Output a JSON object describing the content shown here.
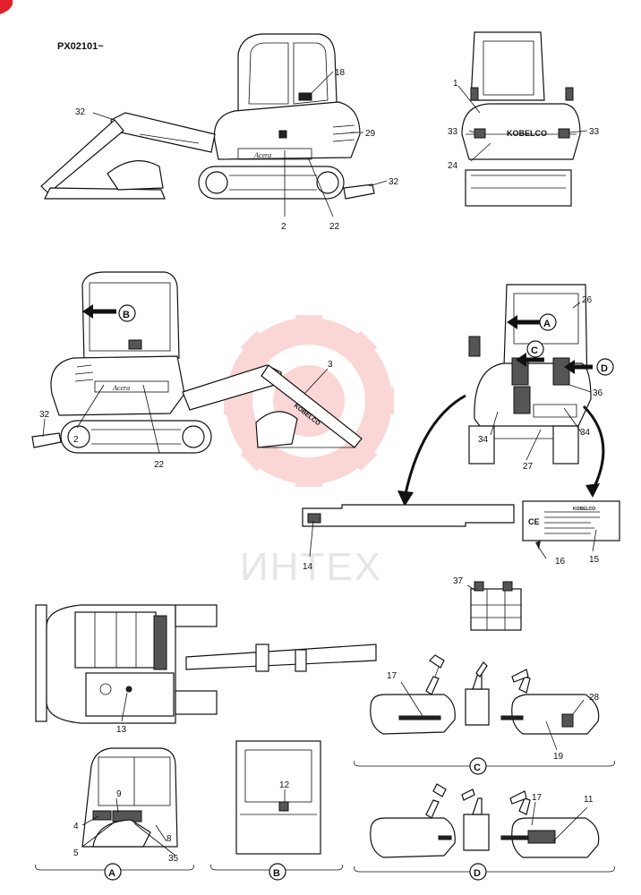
{
  "header": {
    "serial": "PX02101~"
  },
  "watermark": {
    "text": "ИНТЕХ",
    "color": "#f28c8c"
  },
  "views": {
    "A": "A",
    "B": "B",
    "C": "C",
    "D": "D"
  },
  "plate": {
    "brand": "KOBELCO",
    "ce_mark": "CE"
  },
  "callouts": {
    "c1": "1",
    "c2a": "2",
    "c2b": "2",
    "c3": "3",
    "c4": "4",
    "c5": "5",
    "c8": "8",
    "c9": "9",
    "c11": "11",
    "c12": "12",
    "c13": "13",
    "c14": "14",
    "c15": "15",
    "c16": "16",
    "c17a": "17",
    "c17b": "17",
    "c18": "18",
    "c19": "19",
    "c22a": "22",
    "c22b": "22",
    "c24": "24",
    "c26": "26",
    "c27": "27",
    "c28": "28",
    "c29": "29",
    "c32a": "32",
    "c32b": "32",
    "c32c": "32",
    "c33a": "33",
    "c33b": "33",
    "c34a": "34",
    "c34b": "34",
    "c35": "35",
    "c36": "36",
    "c37": "37"
  }
}
